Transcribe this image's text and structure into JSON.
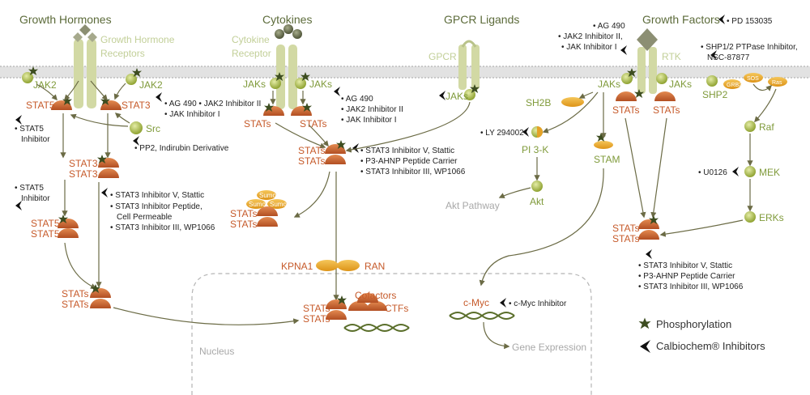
{
  "labels": {
    "growth_hormones": "Growth Hormones",
    "growth_hormone_receptors_1": "Growth Hormone",
    "growth_hormone_receptors_2": "Receptors",
    "cytokines": "Cytokines",
    "cytokine_receptor_1": "Cytokine",
    "cytokine_receptor_2": "Receptor",
    "gpcr_ligands": "GPCR Ligands",
    "gpcr": "GPCR",
    "growth_factors": "Growth Factors",
    "rtk": "RTK",
    "jak2_left": "JAK2",
    "jak2_right": "JAK2",
    "stat5": "STAT5",
    "stat3": "STAT3",
    "src": "Src",
    "jaks_left": "JAKs",
    "jaks_right": "JAKs",
    "stats_a": "STATs",
    "stats_b": "STATs",
    "jaks_gpcr": "JAKs",
    "jaks_gf": "JAKs",
    "stats_gf1": "STATs",
    "stats_gf2": "STATs",
    "jaks_rtk": "JAKs",
    "shp2": "SHP2",
    "grb2": "GRB2",
    "sos": "SOS",
    "ras": "Ras",
    "raf": "Raf",
    "mek": "MEK",
    "erks": "ERKs",
    "sh2b": "SH2B",
    "pi3k": "PI 3-K",
    "akt": "Akt",
    "akt_pathway": "Akt Pathway",
    "stam": "STAM",
    "stat3_dimer_1": "STAT3",
    "stat3_dimer_2": "STAT3",
    "stat5_dimer_1": "STAT5",
    "stat5_dimer_2": "STAT5",
    "stats_mid_1": "STATs",
    "stats_mid_2": "STATs",
    "sumo_1": "Sumo",
    "sumo_2": "Sumo",
    "sumo_3": "Sumo",
    "stats_sumo_1": "STATs",
    "stats_sumo_2": "STATs",
    "stats_right_1": "STATs",
    "stats_right_2": "STATs",
    "stats_left_low_1": "STATs",
    "stats_left_low_2": "STATs",
    "kpna1": "KPNA1",
    "ran": "RAN",
    "nucleus": "Nucleus",
    "cofactors": "Cofactors",
    "stats_nuc_1": "STATs",
    "stats_nuc_2": "STATs",
    "ctfs": "CTFs",
    "cmyc": "c-Myc",
    "gene_expression": "Gene Expression"
  },
  "inhibitors": {
    "ag490_jak2": "AG 490  • JAK2 Inhibitor II",
    "jak_inh_1": "JAK Inhibitor I",
    "stat5_inh_1": "STAT5",
    "stat5_inh_2": "Inhibitor",
    "pp2": "PP2, Indirubin Derivative",
    "stat3_inh_a1": "STAT3 Inhibitor V, Stattic",
    "stat3_inh_a2": "STAT3 Inhibitor Peptide,",
    "stat3_inh_a3": "Cell Permeable",
    "stat3_inh_a4": "STAT3 Inhibitor III, WP1066",
    "stat5_inh_b1": "STAT5",
    "stat5_inh_b2": "Inhibitor",
    "cyt_ag490": "AG 490",
    "cyt_jak2": "JAK2 Inhibitor II",
    "cyt_jak1": "JAK Inhibitor I",
    "mid_stat3_1": "STAT3 Inhibitor V, Stattic",
    "mid_stat3_2": "P3-AHNP Peptide Carrier",
    "mid_stat3_3": "STAT3 Inhibitor III, WP1066",
    "gf_ag490": "AG 490",
    "gf_jak2": "JAK2 Inhibitor II,",
    "gf_jak1": "JAK Inhibitor I",
    "pd": "PD 153035",
    "shp_1": "SHP1/2 PTPase Inhibitor,",
    "shp_2": "NSC-87877",
    "ly": "LY 294002",
    "u0126": "U0126",
    "right_stat3_1": "STAT3 Inhibitor V, Stattic",
    "right_stat3_2": "P3-AHNP Peptide Carrier",
    "right_stat3_3": "STAT3 Inhibitor III, WP1066",
    "cmyc_inh": "c-Myc Inhibitor"
  },
  "legend": {
    "phosphorylation": "Phosphorylation",
    "calbiochem": "Calbiochem® Inhibitors"
  },
  "colors": {
    "membrane": "#d4d4d4",
    "receptor": "#d2d9a4",
    "kinase_green": "#a7b83c",
    "stat_orange": "#c7602c",
    "star_green": "#3d4d20",
    "sumo_orange": "#e5a227",
    "arrow": "#6b6b45"
  }
}
